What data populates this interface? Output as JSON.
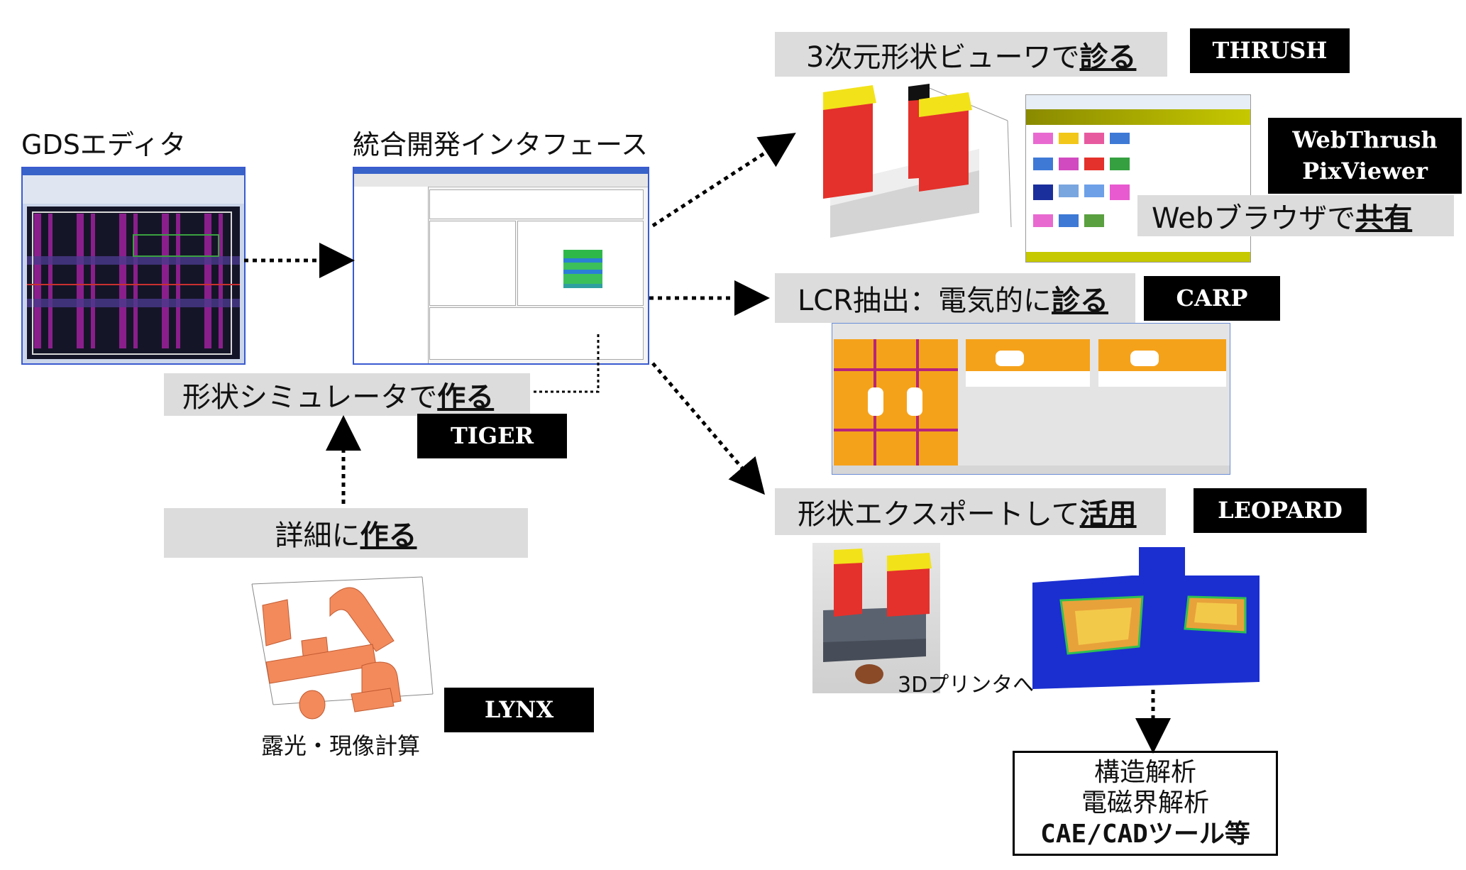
{
  "gds_editor": {
    "title": "GDSエディタ"
  },
  "ide": {
    "title": "統合開発インタフェース"
  },
  "tiger": {
    "text_prefix": "形状シミュレータで",
    "text_emph": "作る",
    "badge": "TIGER"
  },
  "lynx": {
    "text_prefix": "詳細に",
    "text_emph": "作る",
    "badge": "LYNX",
    "caption": "露光・現像計算"
  },
  "thrush": {
    "text_prefix": "3次元形状ビューワで",
    "text_emph": "診る",
    "badge": "THRUSH"
  },
  "webthrush": {
    "badge_line1": "WebThrush",
    "badge_line2": "PixViewer",
    "text_prefix": "Webブラウザで",
    "text_emph": "共有"
  },
  "carp": {
    "text_prefix": "LCR抽出：電気的に",
    "text_emph": "診る",
    "badge": "CARP"
  },
  "leopard": {
    "text_prefix": "形状エクスポートして",
    "text_emph": "活用",
    "badge": "LEOPARD",
    "printer_caption": "3Dプリンタへ"
  },
  "cae": {
    "line1": "構造解析",
    "line2": "電磁界解析",
    "line3": "CAE/CADツール等"
  },
  "colors": {
    "cad_bg": "#1a1a3a",
    "browser_header": "#c6c800",
    "carp_field": "#f5a21b",
    "sim_blue": "#1b2fd0",
    "lynx_orange": "#f28a5c",
    "struct_red": "#e4312b",
    "struct_yellow": "#f2e21a"
  }
}
